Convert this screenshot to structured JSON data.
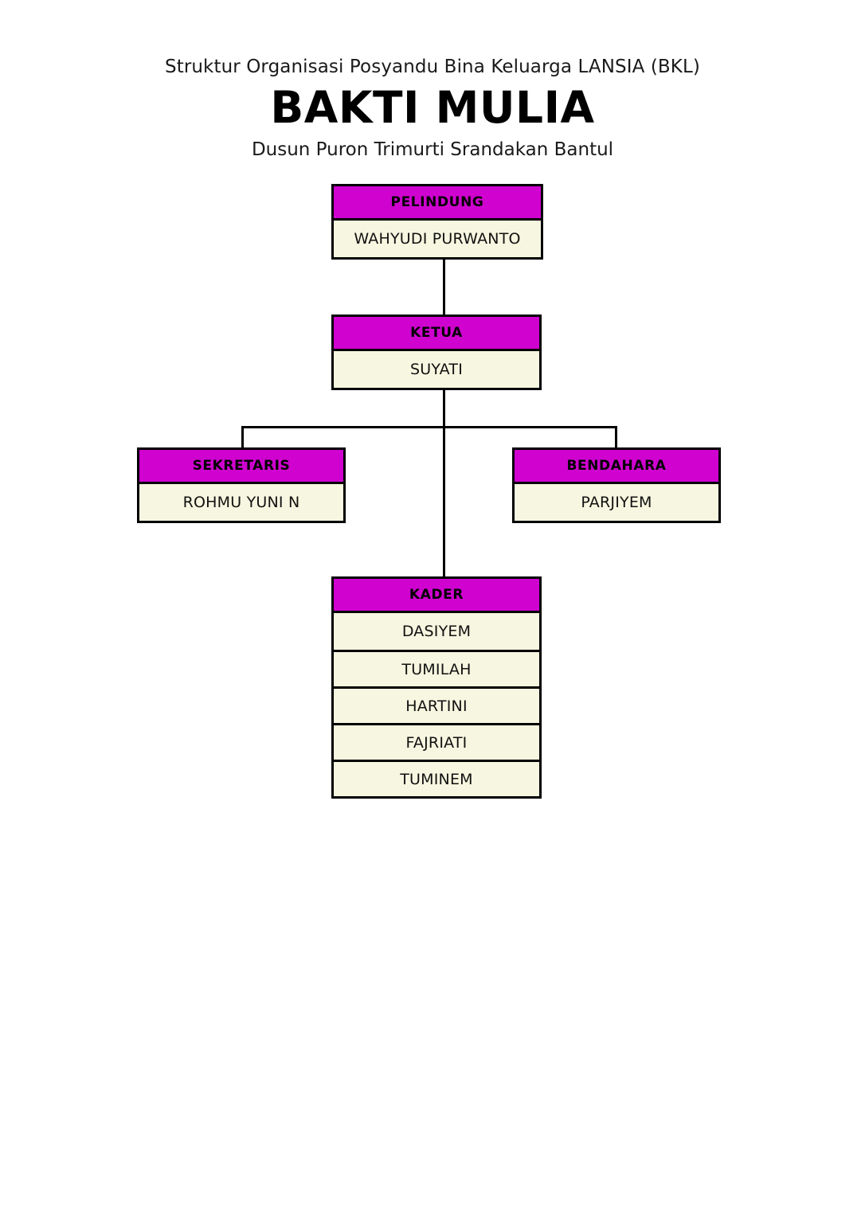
{
  "page": {
    "background_color": "#ffffff"
  },
  "header": {
    "subtitle_top": "Struktur Organisasi Posyandu Bina Keluarga LANSIA  (BKL)",
    "title": "BAKTI MULIA",
    "subtitle_bottom": "Dusun Puron Trimurti Srandakan Bantul"
  },
  "theme": {
    "header_fill": "#CF02CF",
    "body_fill": "#F7F6E0",
    "border_color": "#000000",
    "text_color": "#000000"
  },
  "chart_data": {
    "type": "org-chart",
    "title": "BAKTI MULIA",
    "nodes": [
      {
        "id": "pelindung",
        "role": "PELINDUNG",
        "members": [
          "WAHYUDI PURWANTO"
        ],
        "level": 0,
        "parent": null
      },
      {
        "id": "ketua",
        "role": "KETUA",
        "members": [
          "SUYATI"
        ],
        "level": 1,
        "parent": "pelindung"
      },
      {
        "id": "sekretaris",
        "role": "SEKRETARIS",
        "members": [
          "ROHMU YUNI N"
        ],
        "level": 2,
        "parent": "ketua"
      },
      {
        "id": "bendahara",
        "role": "BENDAHARA",
        "members": [
          "PARJIYEM"
        ],
        "level": 2,
        "parent": "ketua"
      },
      {
        "id": "kader",
        "role": "KADER",
        "members": [
          "DASIYEM",
          "TUMILAH",
          "HARTINI",
          "FAJRIATI",
          "TUMINEM"
        ],
        "level": 3,
        "parent": "ketua"
      }
    ],
    "edges": [
      {
        "from": "pelindung",
        "to": "ketua"
      },
      {
        "from": "ketua",
        "to": "sekretaris"
      },
      {
        "from": "ketua",
        "to": "bendahara"
      },
      {
        "from": "ketua",
        "to": "kader"
      }
    ]
  }
}
